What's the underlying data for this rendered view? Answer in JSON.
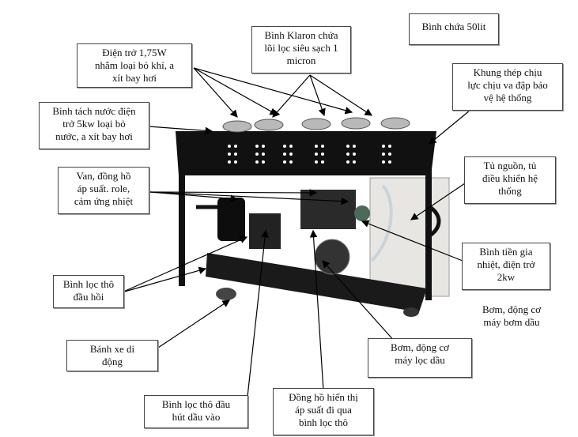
{
  "labels": {
    "tank": "Bình chứa 50lit",
    "klaron": "Bình Klaron chứa\nlõi lọc siêu sạch 1\nmicron",
    "resistor": "Điện trở 1,75W\nnhằm loại bỏ khí, a\nxít bay hơi",
    "frame": "Khung thép chịu\nlực chịu va đập bảo\nvệ hệ thống",
    "separator": "Bình  tách nước điện\ntrở 5kw loại bỏ\nnước, a xít bay hơi",
    "valve": "Van, đồng hồ\náp suất. role,\ncảm ứng nhiệt",
    "cabinet": "Tủ nguồn, tủ\nđiều khiển hệ\nthống",
    "preheat": "Bình tiền gia\nnhiệt, điện trở\n2kw",
    "oil_pump": "Bơm, động cơ\nmáy bơm dầu",
    "coarse_return": "Bình lọc thô\nđầu hồi",
    "filter_pump": "Bơm, động cơ\nmáy lọc dầu",
    "wheel": "Bánh xe di\nđộng",
    "coarse_inlet": "Bình lọc thô đầu\nhút dầu vào",
    "gauge": "Đồng hồ hiển thị\náp suất đi qua\nbình lọc thô"
  },
  "colors": {
    "machine_body": "#111111",
    "cabinet": "#e8e6e2",
    "pipe": "#c9d4da",
    "tank_steel": "#b9b9b9",
    "arrow": "#000000"
  }
}
